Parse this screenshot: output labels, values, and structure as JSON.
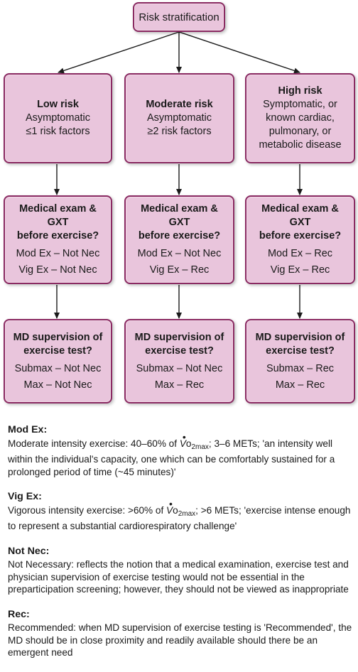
{
  "root": "Risk stratification",
  "columns": [
    {
      "risk_title": "Low risk",
      "risk_lines": [
        "Asymptomatic",
        "≤1 risk factors"
      ],
      "exam_title_1": "Medical exam & GXT",
      "exam_title_2": "before exercise?",
      "exam_mod": "Mod Ex – Not Nec",
      "exam_vig": "Vig Ex – Not Nec",
      "sup_title_1": "MD supervision of",
      "sup_title_2": "exercise test?",
      "sup_submax": "Submax – Not Nec",
      "sup_max": "Max – Not Nec"
    },
    {
      "risk_title": "Moderate risk",
      "risk_lines": [
        "Asymptomatic",
        "≥2 risk factors"
      ],
      "exam_title_1": "Medical exam & GXT",
      "exam_title_2": "before exercise?",
      "exam_mod": "Mod Ex – Not Nec",
      "exam_vig": "Vig Ex – Rec",
      "sup_title_1": "MD supervision of",
      "sup_title_2": "exercise test?",
      "sup_submax": "Submax – Not Nec",
      "sup_max": "Max – Rec"
    },
    {
      "risk_title": "High risk",
      "risk_lines": [
        "Symptomatic, or",
        "known cardiac,",
        "pulmonary, or",
        "metabolic disease"
      ],
      "exam_title_1": "Medical exam & GXT",
      "exam_title_2": "before exercise?",
      "exam_mod": "Mod Ex – Rec",
      "exam_vig": "Vig Ex – Rec",
      "sup_title_1": "MD supervision of",
      "sup_title_2": "exercise test?",
      "sup_submax": "Submax – Rec",
      "sup_max": "Max – Rec"
    }
  ],
  "legend": {
    "mod": {
      "term": "Mod Ex:",
      "pre": "Moderate intensity exercise: 40–60% of ",
      "vo": "V",
      "vo_rest": "o",
      "vo_sub": "2max",
      "post": "; 3–6 METs; 'an intensity well within the individual's capacity, one which can be comfortably sustained for a prolonged period of time (~45 minutes)'"
    },
    "vig": {
      "term": "Vig Ex:",
      "pre": "Vigorous intensity exercise: >60% of ",
      "vo": "V",
      "vo_rest": "o",
      "vo_sub": "2max",
      "post": "; >6 METs; 'exercise intense enough to represent a substantial cardiorespiratory challenge'"
    },
    "notnec": {
      "term": "Not Nec:",
      "text": "Not Necessary: reflects the notion that a medical examination, exercise test and physician supervision of exercise testing would not be essential in the preparticipation screening; however, they should not be viewed as inappropriate"
    },
    "rec": {
      "term": "Rec:",
      "text": "Recommended: when MD supervision of exercise testing is 'Recommended', the MD should be in close proximity and readily available should there be an emergent need"
    }
  },
  "colors": {
    "box_fill": "#e9c5dc",
    "box_border": "#8a2a62",
    "arrow": "#1a1a1a"
  }
}
